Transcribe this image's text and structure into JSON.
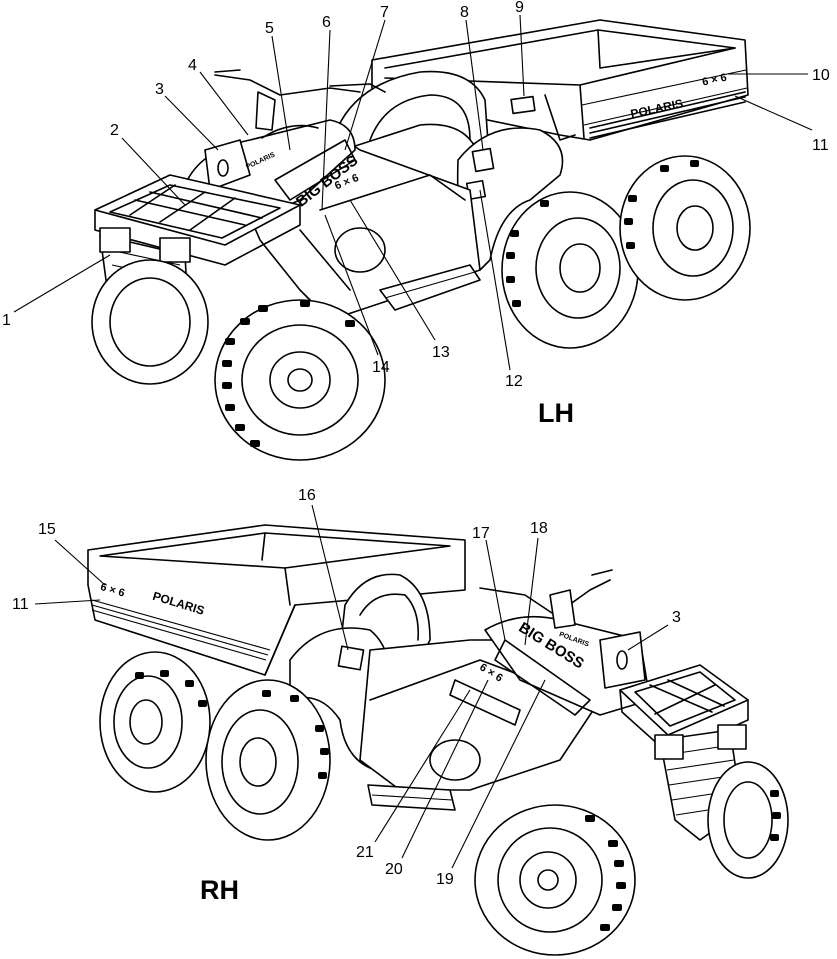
{
  "views": {
    "lh": {
      "label": "LH"
    },
    "rh": {
      "label": "RH"
    }
  },
  "decal_text": {
    "brand": "POLARIS",
    "model_badge": "6 × 6",
    "big_boss": "BIG BOSS"
  },
  "callouts": {
    "lh": [
      "1",
      "2",
      "3",
      "4",
      "5",
      "6",
      "7",
      "8",
      "9",
      "10",
      "11",
      "12",
      "13",
      "14"
    ],
    "rh": [
      "15",
      "11",
      "16",
      "17",
      "18",
      "3",
      "21",
      "20",
      "19"
    ]
  }
}
